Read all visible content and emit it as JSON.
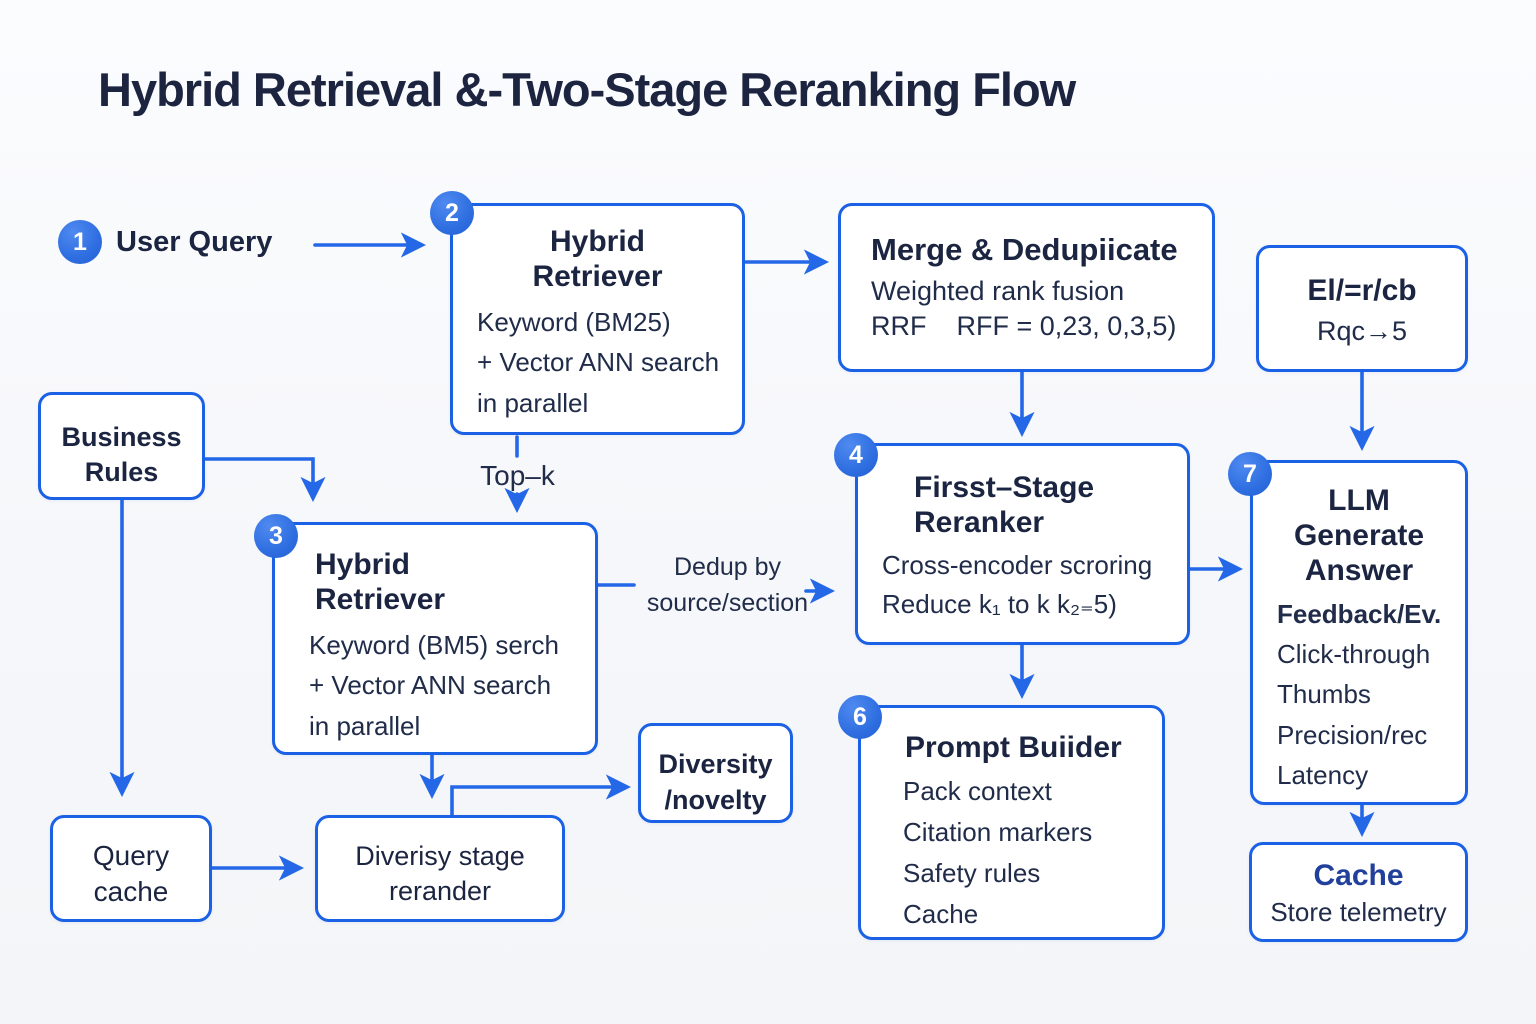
{
  "title": "Hybrid Retrieval &-Two-Stage Reranking Flow",
  "colors": {
    "border_blue": "#1a61e6",
    "arrow_blue": "#2468e8",
    "badge_blue": "#2e6ee0",
    "text_navy": "#1d2742",
    "cache_title_blue": "#21409b",
    "background": "#f6f7fa"
  },
  "nodes": {
    "user_query": {
      "badge": "1",
      "label": "User Query"
    },
    "retriever_top": {
      "badge": "2",
      "title": "Hybrid Retriever",
      "lines": [
        "Keyword (BM25)",
        "+ Vector ANN search",
        "in parallel"
      ]
    },
    "merge_dedup": {
      "title": "Merge & Dedupiicate",
      "lines": [
        "Weighted rank fusion",
        "RRF    RFF = 0,23, 0,3,5)"
      ]
    },
    "eval_box": {
      "line1": "El/=r/cb",
      "line2": "Rqc→5"
    },
    "business_rules": {
      "label": "Business Rules"
    },
    "retriever_mid": {
      "badge": "3",
      "title": "Hybrid Retriever",
      "lines": [
        "Keyword (BM5) serch",
        "+ Vector ANN search",
        "in parallel"
      ]
    },
    "first_stage_reranker": {
      "badge": "4",
      "title": "Firsst–Stage Reranker",
      "line1": "Cross-encoder scroring",
      "line2": "Reduce k₁ to k k₂₌5)"
    },
    "prompt_builder": {
      "badge": "6",
      "title": "Prompt Buiider",
      "lines": [
        "Pack context",
        "Citation markers",
        "Safety rules",
        "Cache"
      ]
    },
    "llm_generate": {
      "badge": "7",
      "title": "LLM Generate Answer",
      "line1": "Feedback/Ev.",
      "lines": [
        "Click-through",
        "Thumbs",
        "Precision/rec",
        "Latency"
      ]
    },
    "cache_telemetry": {
      "title": "Cache",
      "subtitle": "Store telemetry"
    },
    "diversity": {
      "label": "Diversity /novelty"
    },
    "query_cache": {
      "label": "Query cache"
    },
    "diversity_stage": {
      "label": "Diverisy stage rerander"
    }
  },
  "edge_labels": {
    "top_k": "Top–k",
    "dedup": "Dedup by source/section"
  }
}
